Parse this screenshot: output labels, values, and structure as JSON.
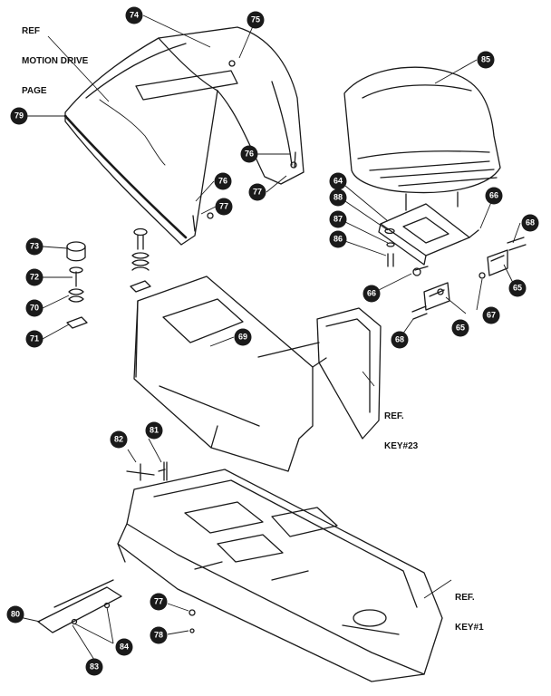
{
  "references": {
    "motion_drive": [
      "REF",
      "MOTION DRIVE",
      "PAGE"
    ],
    "key23": [
      "REF.",
      "KEY#23"
    ],
    "key1": [
      "REF.",
      "KEY#1"
    ]
  },
  "callouts": [
    {
      "id": "c79",
      "label": "79"
    },
    {
      "id": "c74",
      "label": "74"
    },
    {
      "id": "c75",
      "label": "75"
    },
    {
      "id": "c76a",
      "label": "76"
    },
    {
      "id": "c77a",
      "label": "77"
    },
    {
      "id": "c76b",
      "label": "76"
    },
    {
      "id": "c77b",
      "label": "77"
    },
    {
      "id": "c85",
      "label": "85"
    },
    {
      "id": "c64",
      "label": "64"
    },
    {
      "id": "c88",
      "label": "88"
    },
    {
      "id": "c87",
      "label": "87"
    },
    {
      "id": "c86",
      "label": "86"
    },
    {
      "id": "c66a",
      "label": "66"
    },
    {
      "id": "c68a",
      "label": "68"
    },
    {
      "id": "c65a",
      "label": "65"
    },
    {
      "id": "c66b",
      "label": "66"
    },
    {
      "id": "c67",
      "label": "67"
    },
    {
      "id": "c65b",
      "label": "65"
    },
    {
      "id": "c68b",
      "label": "68"
    },
    {
      "id": "c73",
      "label": "73"
    },
    {
      "id": "c72",
      "label": "72"
    },
    {
      "id": "c70",
      "label": "70"
    },
    {
      "id": "c71",
      "label": "71"
    },
    {
      "id": "c69",
      "label": "69"
    },
    {
      "id": "c81",
      "label": "81"
    },
    {
      "id": "c82",
      "label": "82"
    },
    {
      "id": "c80",
      "label": "80"
    },
    {
      "id": "c84",
      "label": "84"
    },
    {
      "id": "c83",
      "label": "83"
    },
    {
      "id": "c77c",
      "label": "77"
    },
    {
      "id": "c78",
      "label": "78"
    }
  ]
}
